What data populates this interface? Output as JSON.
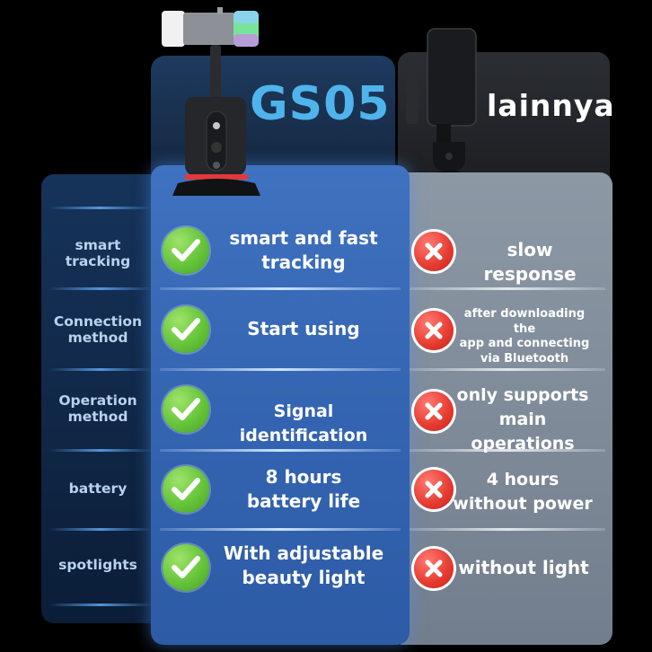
{
  "brands": {
    "gs05": "GS05",
    "lainnya": "lainnya"
  },
  "colors": {
    "gs05_accent": "#4fb4ec",
    "gs05_column": "#3566b3",
    "lainnya_column": "#7e8a98",
    "check": "#66c43a",
    "cross": "#e53a30"
  },
  "rows": [
    {
      "label": "smart\ntracking",
      "gs05": "smart and fast\ntracking",
      "lainnya": "slow response",
      "lainnya_size": "normal"
    },
    {
      "label": "Connection\nmethod",
      "gs05": "Start using",
      "lainnya": "after downloading the\napp and connecting\nvia Bluetooth",
      "lainnya_size": "small"
    },
    {
      "label": "Operation\nmethod",
      "gs05": "Signal identification",
      "lainnya": "only supports\nmain operations",
      "lainnya_size": "mid"
    },
    {
      "label": "battery",
      "gs05": "8 hours\nbattery life",
      "lainnya": "4 hours\nwithout power",
      "lainnya_size": "mid"
    },
    {
      "label": "spotlights",
      "gs05": "With adjustable\nbeauty light",
      "lainnya": "without light",
      "lainnya_size": "normal"
    }
  ],
  "icons": {
    "gs05_mark": "check-icon",
    "lainnya_mark": "cross-icon"
  }
}
